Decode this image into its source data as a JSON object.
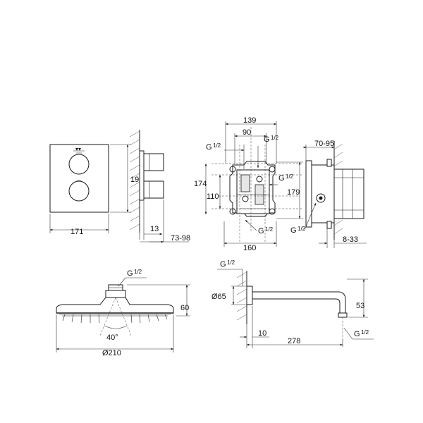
{
  "labels": {
    "w171": "171",
    "h197": "197",
    "d13": "13",
    "d73_98": "73-98",
    "w139": "139",
    "w90": "90",
    "g_top_left": "G",
    "g_top_left_frac": "1/2",
    "g_top_right": "G",
    "g_top_right_frac": "1/2",
    "g_right_up": "G",
    "g_right_up_frac": "1/2",
    "g_right_low": "G",
    "g_right_low_frac": "1/2",
    "g_bottom": "G",
    "g_bottom_frac": "1/2",
    "h174": "174",
    "h110": "110",
    "h179": "179",
    "w160": "160",
    "w70_95": "70-95",
    "d8_33": "8-33",
    "g_shower": "G",
    "g_shower_frac": "1/2",
    "h60": "60",
    "angle40": "40°",
    "dia210": "Ø210",
    "g_arm": "G",
    "g_arm_frac": "1/2",
    "dia65": "Ø65",
    "h53": "53",
    "w10": "10",
    "w278": "278",
    "g_arm_end": "G",
    "g_arm_end_frac": "1/2"
  }
}
